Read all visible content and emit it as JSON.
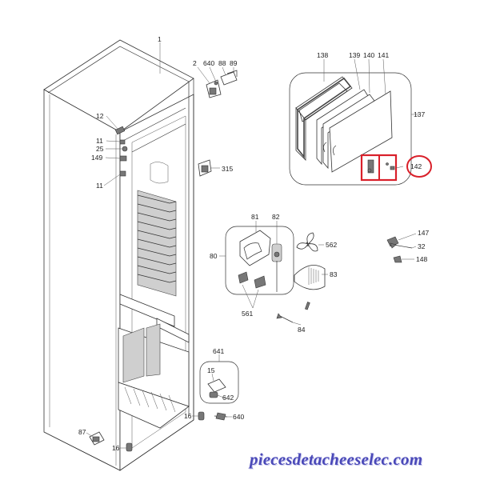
{
  "diagram": {
    "labels": {
      "l1": "1",
      "l2": "2",
      "l640a": "640",
      "l88": "88",
      "l89": "89",
      "l12": "12",
      "l11a": "11",
      "l25": "25",
      "l149": "149",
      "l11b": "11",
      "l315": "315",
      "l138": "138",
      "l139": "139",
      "l140": "140",
      "l141": "141",
      "l137": "137",
      "l142": "142",
      "l81": "81",
      "l82": "82",
      "l562": "562",
      "l80": "80",
      "l83": "83",
      "l561": "561",
      "l84": "84",
      "l147": "147",
      "l32": "32",
      "l148": "148",
      "l641": "641",
      "l15": "15",
      "l642": "642",
      "l16a": "16",
      "l640b": "640",
      "l87": "87",
      "l16b": "16"
    },
    "highlight_color": "#d9202a",
    "ink_color": "#333333"
  },
  "watermark": {
    "text": "piecesdetacheeselec.com",
    "color": "#4a49b8"
  }
}
